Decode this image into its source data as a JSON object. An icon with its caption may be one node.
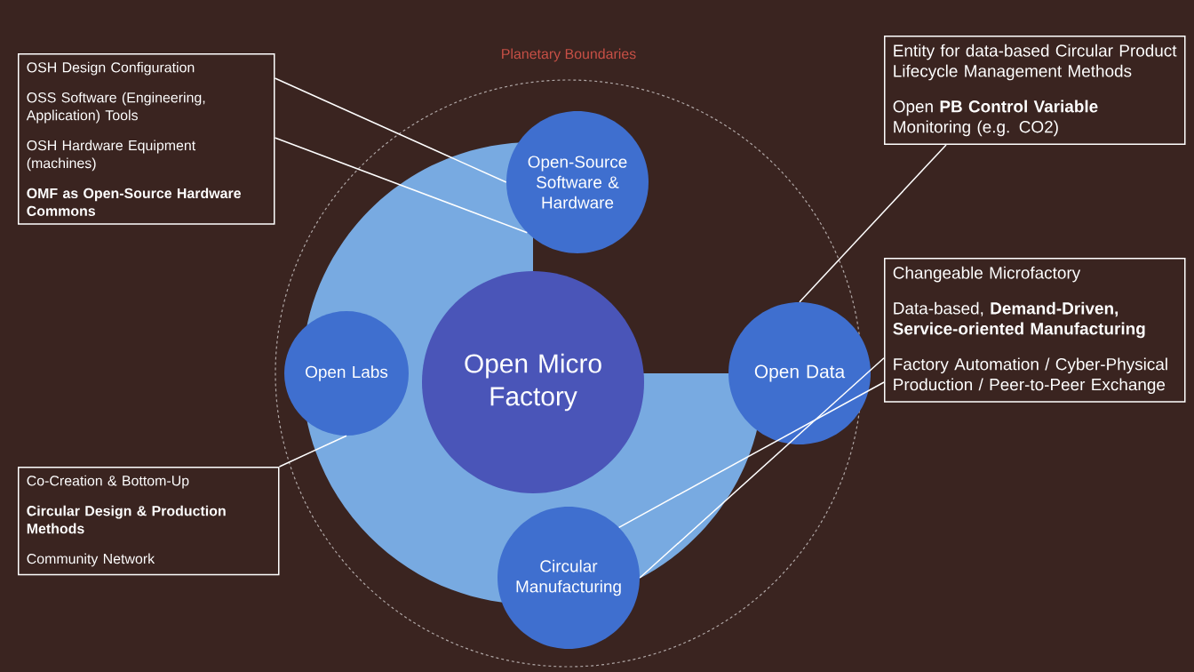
{
  "diagram": {
    "nodes": [
      {
        "text": [
          "Open-Source Software & Hardware"
        ]
      },
      {
        "text": [
          "Open Micro Factory"
        ]
      },
      {
        "text": [
          "Open Data"
        ]
      },
      {
        "text": [
          "Open Labs"
        ]
      },
      {
        "text": [
          "Circular Manufacturing"
        ]
      },
      {
        "text": [
          "OSH Design Configuration",
          "OSS Software (Engineering, Application) Tools",
          "OSH Hardware Equipment (machines)",
          "**OMF as Open-Source Hardware Commons**"
        ]
      },
      {
        "text": [
          "Entity for data-based Circular Product Lifecycle Management Methods",
          "Open **PB Control Variable** Monitoring (e.g. CO2)"
        ]
      },
      {
        "text": [
          "Changeable Microfactory",
          "Data-based, **Demand-Driven, Service-oriented Manufacturing**",
          "Factory Automation / Cyber-Physical Production / Peer-to-Peer Exchange"
        ]
      },
      {
        "text": [
          "Co-Creation & Bottom-Up",
          "**Circular Design & Production Methods**",
          "Community Network"
        ]
      }
    ],
    "edges": [
      {
        "from": 5,
        "to": 0,
        "arrow": "none"
      },
      {
        "from": 5,
        "to": 0,
        "arrow": "none"
      },
      {
        "from": 6,
        "to": 2,
        "arrow": "none"
      },
      {
        "from": 8,
        "to": 3,
        "arrow": "none"
      },
      {
        "from": 7,
        "to": 4,
        "arrow": "none"
      },
      {
        "from": 7,
        "to": 4,
        "arrow": "none"
      }
    ],
    "labels": [
      "Planetary Boundaries"
    ]
  }
}
